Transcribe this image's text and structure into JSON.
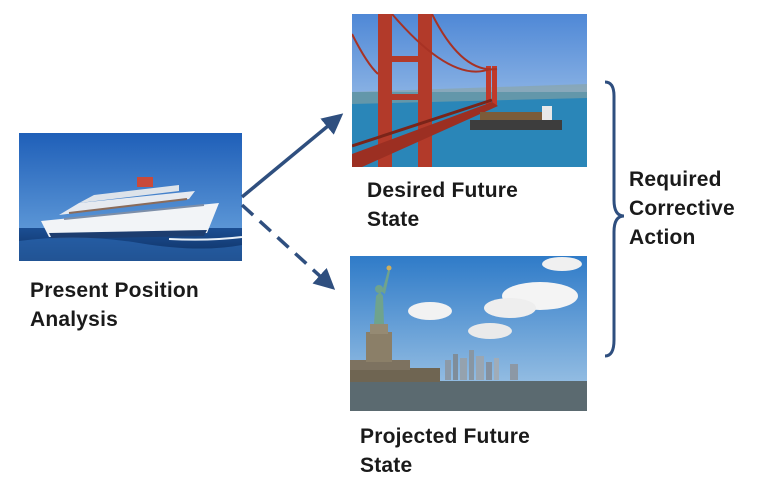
{
  "present": {
    "label": "Present Position\nAnalysis",
    "image": "cruise-ship-photo"
  },
  "desired": {
    "label": "Desired Future\nState",
    "image": "golden-gate-bridge-photo"
  },
  "projected": {
    "label": "Projected Future\nState",
    "image": "statue-of-liberty-photo"
  },
  "action": {
    "label": "Required\nCorrective\nAction"
  },
  "colors": {
    "arrow": "#2f4f7f",
    "brace": "#2f4f7f",
    "text": "#1a1a1a"
  }
}
